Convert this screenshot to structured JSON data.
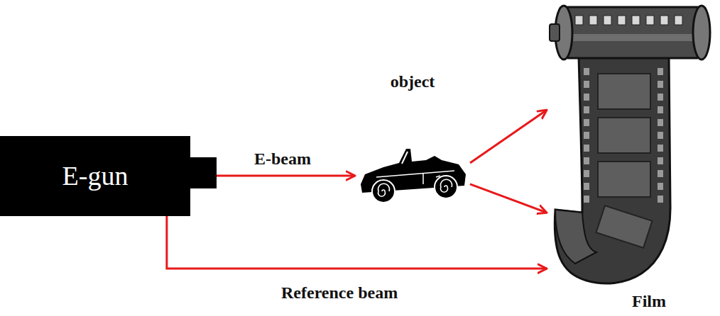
{
  "diagram": {
    "nodes": [
      {
        "text": [
          "E-gun"
        ]
      },
      {
        "text": [
          "object"
        ]
      },
      {
        "text": [
          "Film"
        ]
      }
    ],
    "edges": [
      {
        "from": 0,
        "to": 1,
        "arrow": "to",
        "label": "E-beam"
      },
      {
        "from": 1,
        "to": 2,
        "arrow": "to"
      },
      {
        "from": 1,
        "to": 2,
        "arrow": "to"
      },
      {
        "from": 0,
        "to": 2,
        "arrow": "to",
        "label": "Reference beam"
      }
    ]
  }
}
